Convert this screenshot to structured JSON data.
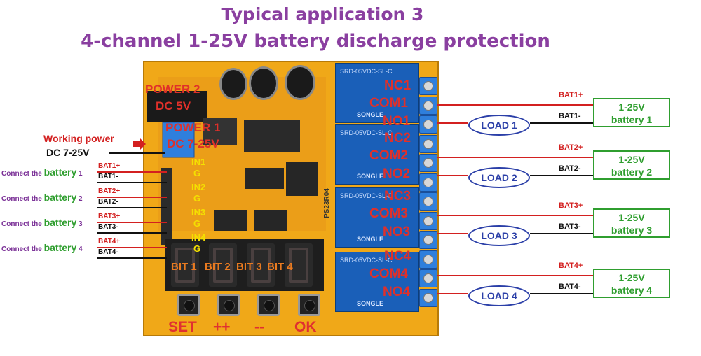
{
  "title": "Typical application 3",
  "subtitle": "4-channel  1-25V battery discharge protection",
  "power": {
    "power2_label": "POWER 2",
    "power2_voltage": "DC 5V",
    "power1_label": "POWER 1",
    "power1_voltage": "DC 7-25V",
    "working_power_label": "Working power",
    "working_power_voltage": "DC 7-25V"
  },
  "inputs": [
    {
      "in": "IN1",
      "g": "G",
      "connect_prefix": "Connect the",
      "connect_word": "battery",
      "connect_num": "1",
      "pos": "BAT1+",
      "neg": "BAT1-"
    },
    {
      "in": "IN2",
      "g": "G",
      "connect_prefix": "Connect the",
      "connect_word": "battery",
      "connect_num": "2",
      "pos": "BAT2+",
      "neg": "BAT2-"
    },
    {
      "in": "IN3",
      "g": "G",
      "connect_prefix": "Connect the",
      "connect_word": "battery",
      "connect_num": "3",
      "pos": "BAT3+",
      "neg": "BAT3-"
    },
    {
      "in": "IN4",
      "g": "G",
      "connect_prefix": "Connect the",
      "connect_word": "battery",
      "connect_num": "4",
      "pos": "BAT4+",
      "neg": "BAT4-"
    }
  ],
  "channels": [
    {
      "nc": "NC1",
      "com": "COM1",
      "no": "NO1",
      "load": "LOAD 1",
      "bat_pos": "BAT1+",
      "bat_neg": "BAT1-",
      "battery_volt": "1-25V",
      "battery_name": "battery  1"
    },
    {
      "nc": "NC2",
      "com": "COM2",
      "no": "NO2",
      "load": "LOAD 2",
      "bat_pos": "BAT2+",
      "bat_neg": "BAT2-",
      "battery_volt": "1-25V",
      "battery_name": "battery  2"
    },
    {
      "nc": "NC3",
      "com": "COM3",
      "no": "NO3",
      "load": "LOAD 3",
      "bat_pos": "BAT3+",
      "bat_neg": "BAT3-",
      "battery_volt": "1-25V",
      "battery_name": "battery  3"
    },
    {
      "nc": "NC4",
      "com": "COM4",
      "no": "NO4",
      "load": "LOAD 4",
      "bat_pos": "BAT4+",
      "bat_neg": "BAT4-",
      "battery_volt": "1-25V",
      "battery_name": "battery  4"
    }
  ],
  "display_bits": [
    "BIT 1",
    "BIT 2",
    "BIT 3",
    "BIT 4"
  ],
  "buttons": [
    "SET",
    "++",
    "--",
    "OK"
  ],
  "board_marking": "PS23R04",
  "relay_text": "SRD-05VDC-SL-C",
  "relay_brand": "SONGLE",
  "colors": {
    "title": "#8a3fa0",
    "wire_red": "#d32020",
    "battery_green": "#2f9e2f",
    "load_blue": "#2b3fa8",
    "pcb": "#f0a818"
  }
}
